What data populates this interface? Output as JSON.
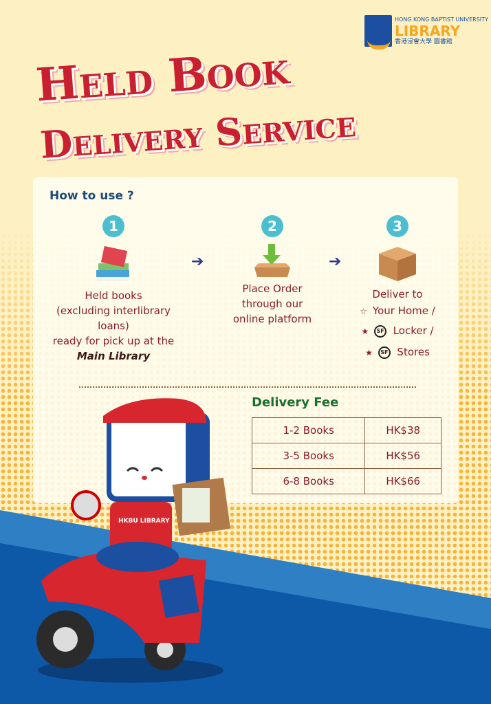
{
  "logo": {
    "line1": "HONG KONG BAPTIST UNIVERSITY",
    "line2": "LIBRARY",
    "line3": "香港浸會大學 圖書館"
  },
  "title": {
    "line1": "Held Book",
    "line2": "Delivery Service"
  },
  "how_to": {
    "heading": "How to use ?",
    "steps": [
      {
        "number": "1",
        "icon": "books-icon",
        "lines": [
          "Held books",
          "(excluding interlibrary loans)",
          "ready for pick up at the"
        ],
        "emphasis": "Main Library"
      },
      {
        "number": "2",
        "icon": "box-order-icon",
        "lines": [
          "Place Order",
          "through our",
          "online platform"
        ]
      },
      {
        "number": "3",
        "icon": "parcel-icon",
        "lines": [
          "Deliver to"
        ],
        "options": [
          {
            "bullet": "☆",
            "label": "Your Home /"
          },
          {
            "bullet": "★",
            "sf": "SF",
            "label": "Locker /"
          },
          {
            "bullet": "★",
            "sf": "SF",
            "label": "Stores"
          }
        ]
      }
    ]
  },
  "fee": {
    "heading": "Delivery Fee",
    "rows": [
      [
        "1-2 Books",
        "HK$38"
      ],
      [
        "3-5 Books",
        "HK$56"
      ],
      [
        "6-8 Books",
        "HK$66"
      ]
    ]
  },
  "mascot": {
    "shirt_text": "HKBU LIBRARY"
  },
  "colors": {
    "title": "#c8202f",
    "accent": "#4bbfd0",
    "text": "#8a1c2a",
    "fee": "#1a6e2e",
    "blue": "#0e58a8"
  }
}
